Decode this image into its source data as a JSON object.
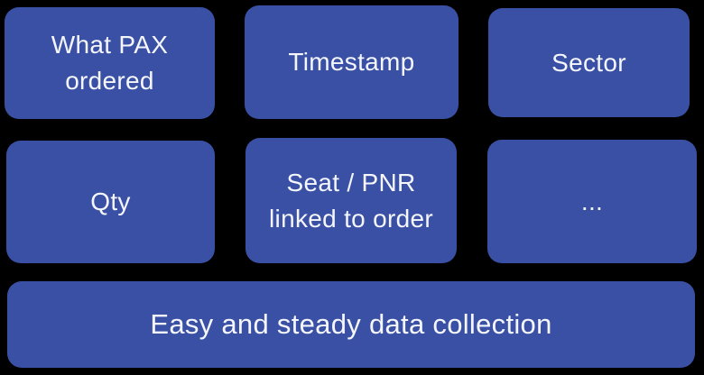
{
  "colors": {
    "card_blue": "#3a50a4",
    "text": "#f4f6fc",
    "background": "#000000"
  },
  "cards": [
    {
      "label": "What PAX ordered"
    },
    {
      "label": "Timestamp"
    },
    {
      "label": "Sector"
    },
    {
      "label": "Qty"
    },
    {
      "label": "Seat / PNR linked to order"
    },
    {
      "label": "..."
    }
  ],
  "footer": {
    "label": "Easy and steady data collection"
  }
}
